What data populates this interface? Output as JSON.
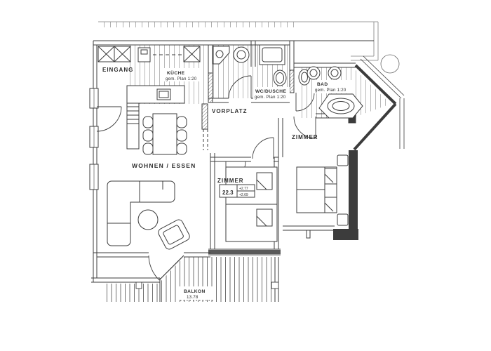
{
  "plan": {
    "paper_color": "#ffffff",
    "ink_color": "#3c3c3c",
    "hatch_color": "#8a8a8a",
    "labels": {
      "eingang": "EINGANG",
      "kueche": "KÜCHE",
      "kueche_note": "gem. Plan 1:20",
      "vorplatz": "VORPLATZ",
      "wc_dusche": "WC/DUSCHE",
      "wc_dusche_note": "gem. Plan 1:20",
      "bad": "BAD",
      "bad_note": "gem. Plan 1:20",
      "zimmer_right": "ZIMMER",
      "zimmer_mid": "ZIMMER",
      "zimmer_mid_area": "22.3",
      "zimmer_mid_level_upper": "+2.77",
      "zimmer_mid_level_lower": "+2.69",
      "wohnen_essen": "WOHNEN / ESSEN",
      "balkon": "BALKON",
      "balkon_dim": "13.78"
    }
  }
}
